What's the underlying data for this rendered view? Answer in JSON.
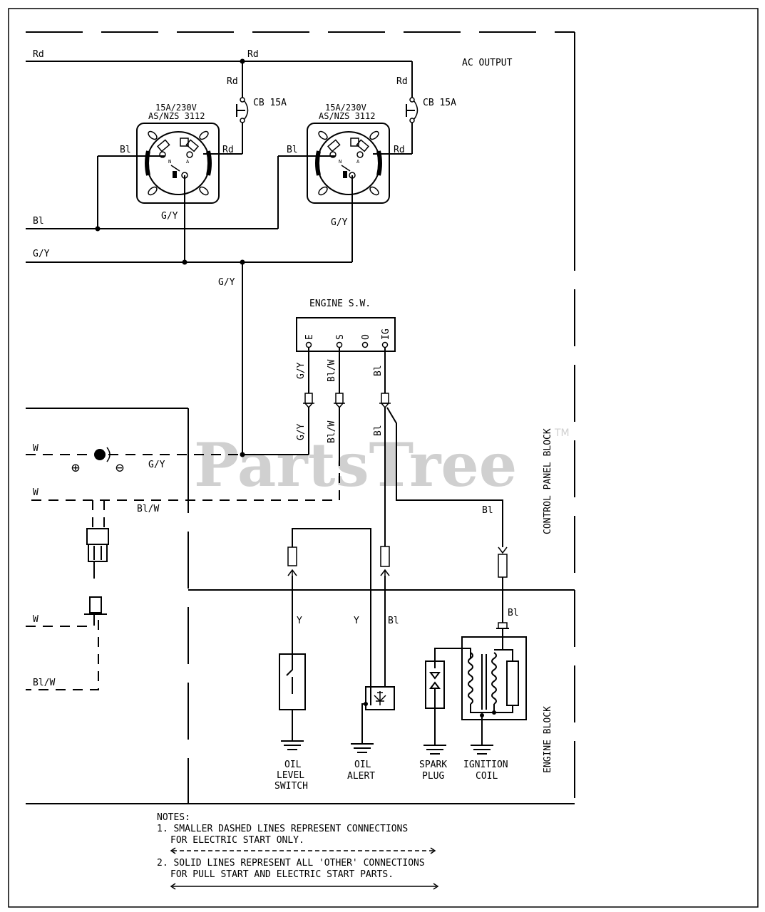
{
  "watermark": {
    "text": "PartsTree",
    "mark": "TM"
  },
  "blocks": {
    "ac_output": "AC OUTPUT",
    "control_panel": "CONTROL PANEL BLOCK",
    "engine": "ENGINE BLOCK"
  },
  "breakers": {
    "cb1": "CB 15A",
    "cb2": "CB 15A"
  },
  "outlets": [
    {
      "rating": "15A/230V",
      "standard": "AS/NZS 3112",
      "pin_n": "N",
      "pin_a": "A"
    },
    {
      "rating": "15A/230V",
      "standard": "AS/NZS 3112",
      "pin_n": "N",
      "pin_a": "A"
    }
  ],
  "engine_switch": {
    "title": "ENGINE S.W.",
    "terminals": [
      "E",
      "S",
      "O",
      "IG"
    ]
  },
  "wires": {
    "rd": "Rd",
    "bl": "Bl",
    "gy": "G/Y",
    "blw": "Bl/W",
    "w": "W",
    "y": "Y"
  },
  "battery": {
    "plus": "⊕",
    "minus": "⊖"
  },
  "components": {
    "oil_level_switch": [
      "OIL",
      "LEVEL",
      "SWITCH"
    ],
    "oil_alert": [
      "OIL",
      "ALERT"
    ],
    "spark_plug": [
      "SPARK",
      "PLUG"
    ],
    "ignition_coil": [
      "IGNITION",
      "COIL"
    ]
  },
  "notes": {
    "heading": "NOTES:",
    "items": [
      {
        "line1": "1. SMALLER DASHED LINES REPRESENT CONNECTIONS",
        "line2": "FOR ELECTRIC START ONLY."
      },
      {
        "line1": "2. SOLID LINES REPRESENT ALL 'OTHER' CONNECTIONS",
        "line2": "FOR PULL START AND ELECTRIC START PARTS."
      }
    ]
  }
}
